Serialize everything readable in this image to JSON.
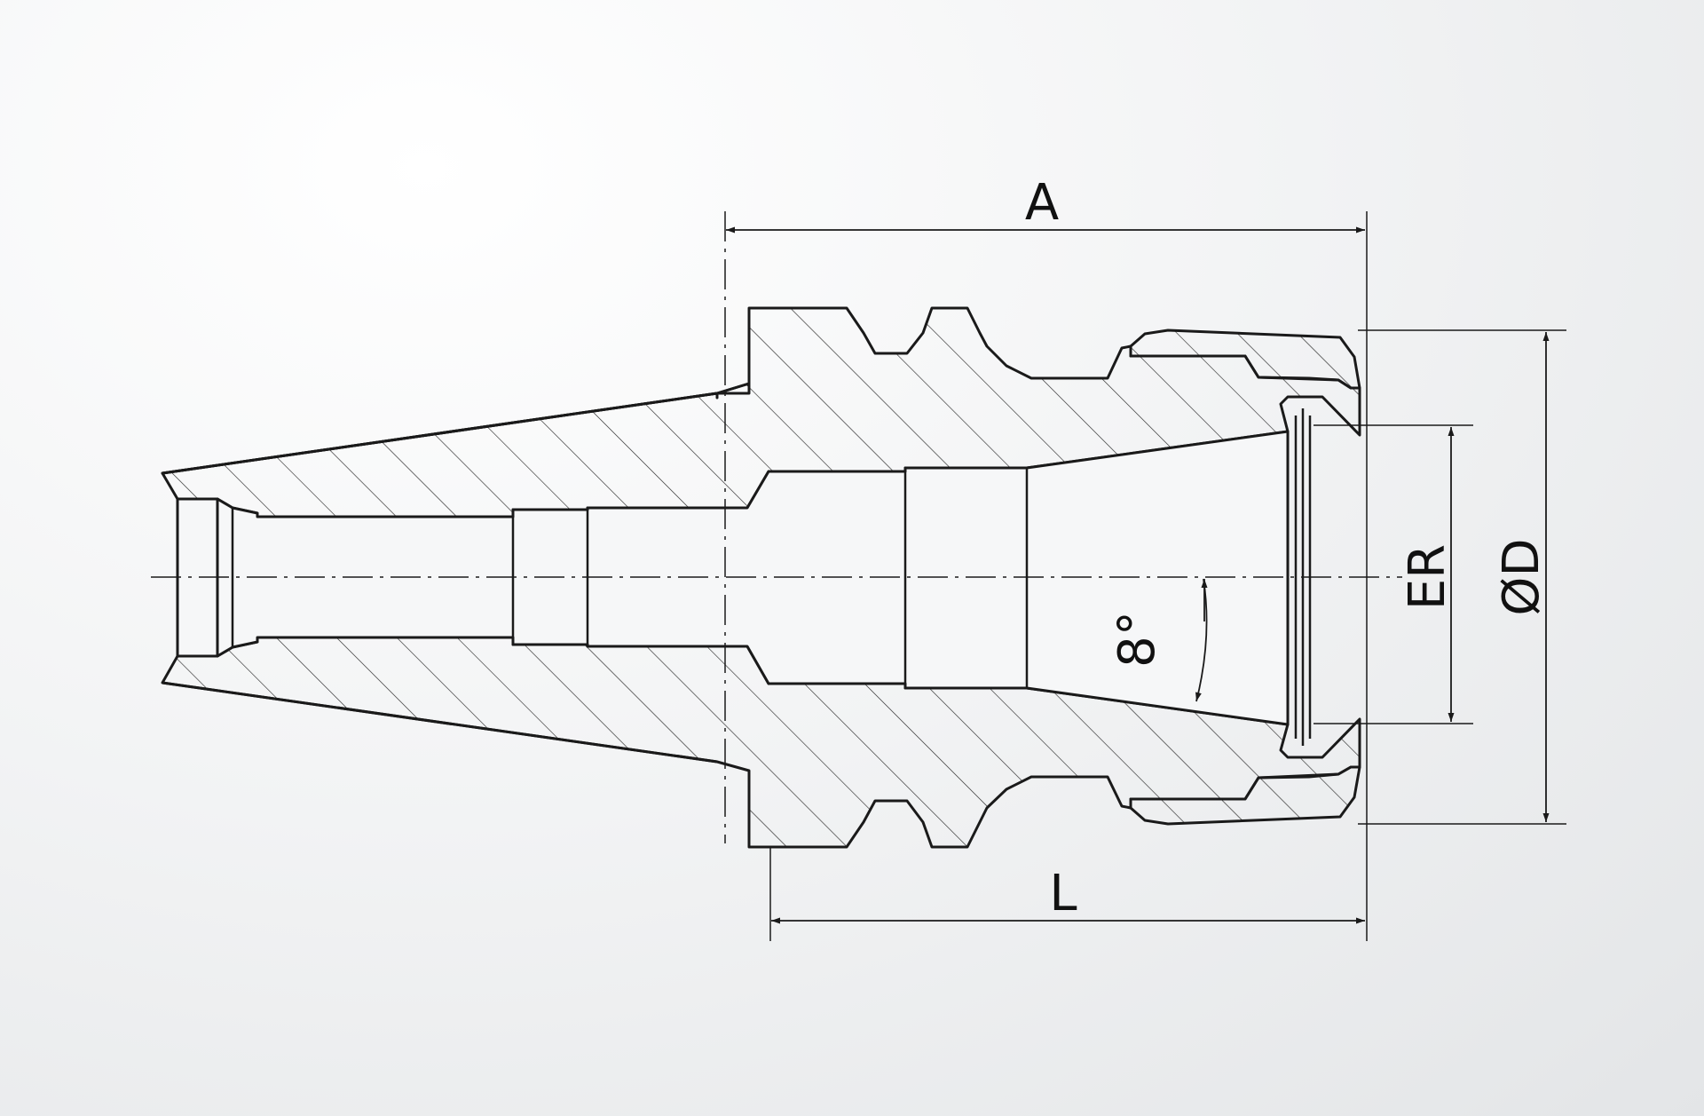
{
  "labels": {
    "dim_a": "A",
    "dim_l": "L",
    "dim_er": "ER",
    "dim_d": "ØD",
    "angle": "8°"
  },
  "colors": {
    "line": "#1a1a1a",
    "hatch": "#2a2a2a",
    "background": "#eceeef"
  }
}
